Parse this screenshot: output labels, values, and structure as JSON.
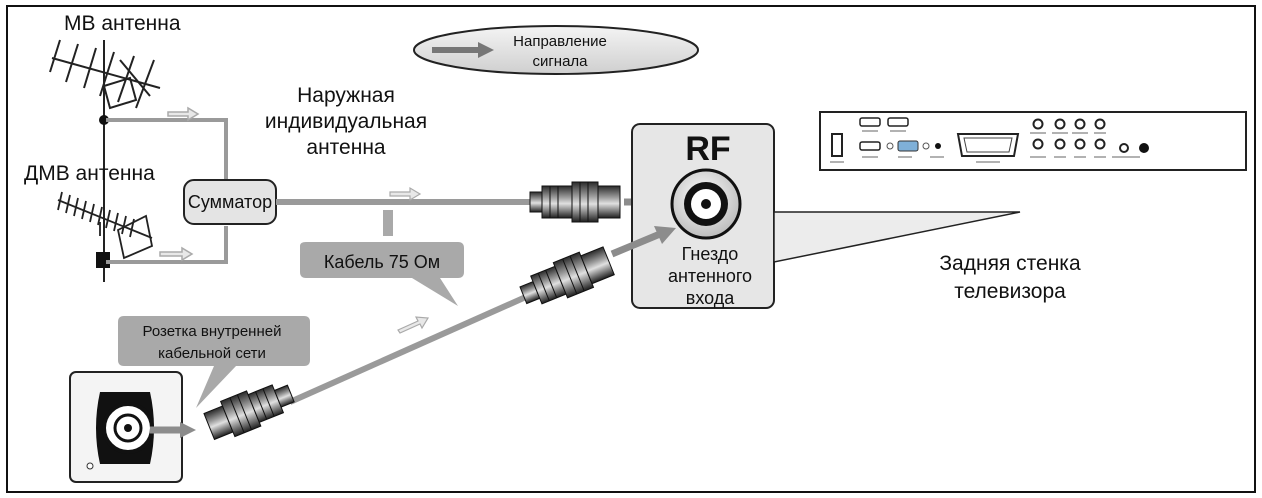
{
  "labels": {
    "mv_antenna": "МВ антенна",
    "dmv_antenna": "ДМВ антенна",
    "outdoor_antenna": [
      "Наружная",
      "индивидуальная",
      "антенна"
    ],
    "signal_direction": [
      "Направление",
      "сигнала"
    ],
    "combiner": "Сумматор",
    "cable": "Кабель 75 Ом",
    "socket_callout": [
      "Розетка внутренней",
      "кабельной сети"
    ],
    "rf": "RF",
    "jack": [
      "Гнездо",
      "антенного",
      "входа"
    ],
    "tv_back": [
      "Задняя стенка",
      "телевизора"
    ]
  },
  "colors": {
    "cable": "#9a9a9a",
    "callout_fill": "#a9a9a9",
    "panel_fill": "#e6e6e6",
    "arrow": "#8c8c8c"
  }
}
